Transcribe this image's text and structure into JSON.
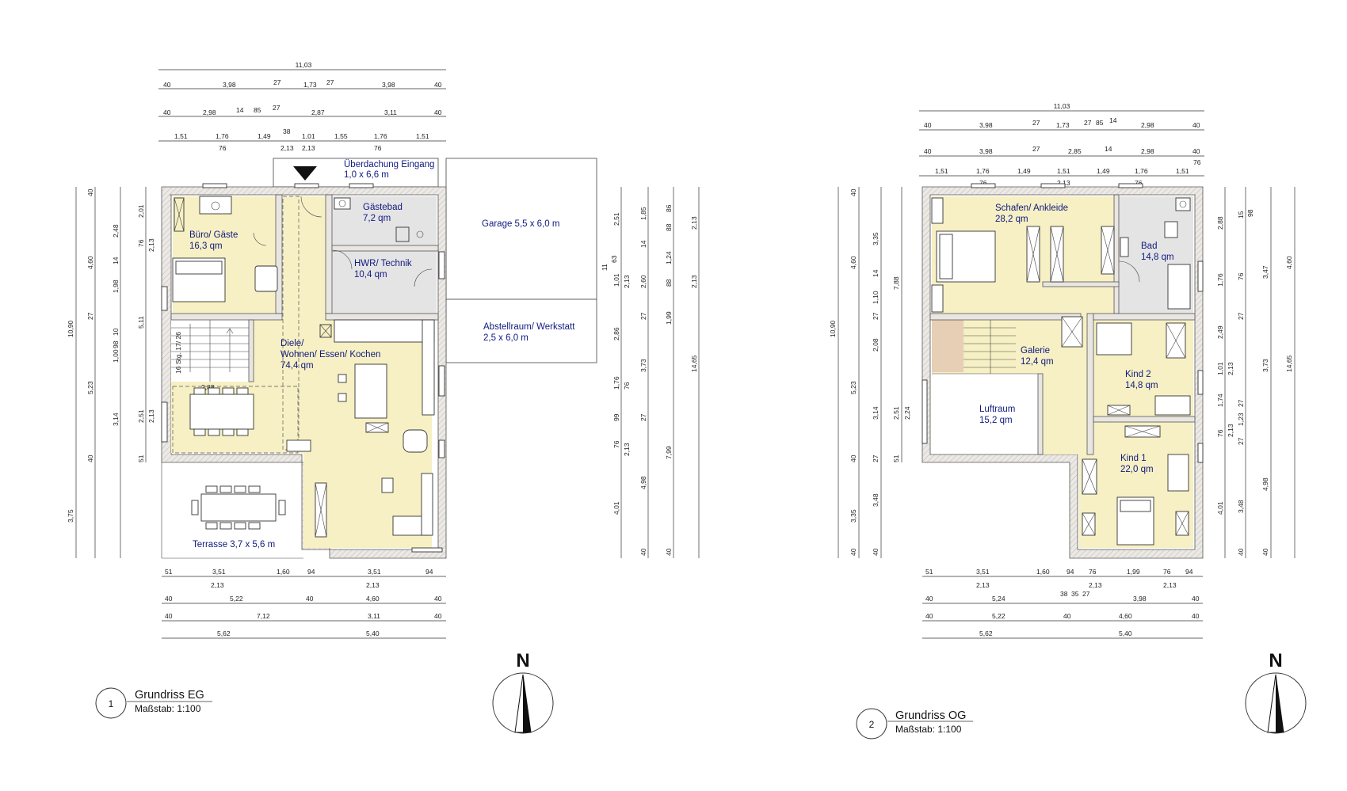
{
  "plans": [
    {
      "id": "eg",
      "number": "1",
      "title": "Grundriss EG",
      "scale": "Maßstab: 1:100",
      "north_label": "N",
      "rooms": [
        {
          "name": "Überdachung Eingang",
          "area": "1,0 x 6,6 m"
        },
        {
          "name": "Gästebad",
          "area": "7,2 qm"
        },
        {
          "name": "Büro/ Gäste",
          "area": "16,3 qm"
        },
        {
          "name": "HWR/ Technik",
          "area": "10,4 qm"
        },
        {
          "name": "Garage 5,5 x 6,0 m",
          "area": ""
        },
        {
          "name": "Diele/",
          "area": "Wohnen/ Essen/ Kochen",
          "extra": "74,4 qm"
        },
        {
          "name": "Abstellraum/ Werkstatt",
          "area": "2,5 x 6,0 m"
        },
        {
          "name": "Terrasse 3,7 x 5,6 m",
          "area": ""
        }
      ],
      "stair_label": "16 Stg. 17/ 26",
      "stair_width": "2,88",
      "dims_top": [
        [
          "11,03"
        ],
        [
          "40",
          "3,98",
          "27",
          "1,73",
          "27",
          "3,98",
          "40"
        ],
        [
          "40",
          "2,98",
          "14",
          "85",
          "27",
          "2,87",
          "3,11",
          "40"
        ],
        [
          "1,51",
          "1,76",
          "1,49",
          "38",
          "1,01",
          "1,55",
          "1,76",
          "1,51"
        ],
        [
          "76",
          "2,13",
          "2,13",
          "76"
        ]
      ],
      "dims_bottom": [
        [
          "51",
          "3,51",
          "1,60",
          "94",
          "3,51",
          "94"
        ],
        [
          "2,13",
          "2,13"
        ],
        [
          "40",
          "5,22",
          "40",
          "4,60",
          "40"
        ],
        [
          "40",
          "7,12",
          "3,11",
          "40"
        ],
        [
          "5,62",
          "5,40"
        ]
      ],
      "dims_left": [
        "10,90",
        "4,60",
        "40",
        "2,48",
        "14",
        "1,98",
        "27",
        "5,23",
        "3,14",
        "40",
        "3,75",
        "2,01",
        "76",
        "5,11",
        "1,00",
        "10",
        "98",
        "2,51",
        "2,13",
        "51",
        "2,13"
      ],
      "dims_right": [
        "2,51",
        "1,85",
        "14",
        "86",
        "88",
        "2,13",
        "11",
        "63",
        "1,01",
        "2,13",
        "2,60",
        "1,24",
        "88",
        "2,13",
        "2,86",
        "27",
        "1,99",
        "3,73",
        "14,65",
        "1,76",
        "76",
        "99",
        "27",
        "76",
        "2,13",
        "7,99",
        "4,98",
        "4,01",
        "40",
        "40"
      ]
    },
    {
      "id": "og",
      "number": "2",
      "title": "Grundriss OG",
      "scale": "Maßstab: 1:100",
      "north_label": "N",
      "rooms": [
        {
          "name": "Schafen/ Ankleide",
          "area": "28,2 qm"
        },
        {
          "name": "Bad",
          "area": "14,8 qm"
        },
        {
          "name": "Galerie",
          "area": "12,4 qm"
        },
        {
          "name": "Kind 2",
          "area": "14,8 qm"
        },
        {
          "name": "Luftraum",
          "area": "15,2 qm"
        },
        {
          "name": "Kind 1",
          "area": "22,0 qm"
        }
      ],
      "dims_top": [
        [
          "11,03"
        ],
        [
          "40",
          "3,98",
          "27",
          "1,73",
          "27",
          "85",
          "14",
          "2,98",
          "40"
        ],
        [
          "40",
          "3,98",
          "27",
          "2,85",
          "14",
          "2,98",
          "40"
        ],
        [
          "1,51",
          "1,76",
          "1,49",
          "1,51",
          "1,49",
          "1,76",
          "1,51",
          "76"
        ],
        [
          "76",
          "2,13",
          "76"
        ]
      ],
      "dims_bottom": [
        [
          "51",
          "3,51",
          "1,60",
          "94",
          "76",
          "1,99",
          "76",
          "94"
        ],
        [
          "2,13",
          "2,13",
          "2,13"
        ],
        [
          "40",
          "5,24",
          "38",
          "35",
          "27",
          "3,98",
          "40"
        ],
        [
          "40",
          "5,22",
          "40",
          "4,60",
          "40"
        ],
        [
          "5,62",
          "5,40"
        ]
      ],
      "dims_left": [
        "10,90",
        "4,60",
        "40",
        "3,35",
        "14",
        "1,10",
        "7,88",
        "27",
        "2,08",
        "5,23",
        "3,14",
        "2,51",
        "2,24",
        "40",
        "51",
        "3,35",
        "3,48",
        "27",
        "40",
        "40"
      ],
      "dims_right": [
        "2,88",
        "15",
        "98",
        "4,60",
        "3,47",
        "1,76",
        "76",
        "27",
        "2,49",
        "1,01",
        "3,73",
        "14,65",
        "2,13",
        "1,74",
        "27",
        "1,23",
        "76",
        "2,13",
        "27",
        "4,98",
        "4,01",
        "3,48",
        "40",
        "40"
      ]
    }
  ]
}
